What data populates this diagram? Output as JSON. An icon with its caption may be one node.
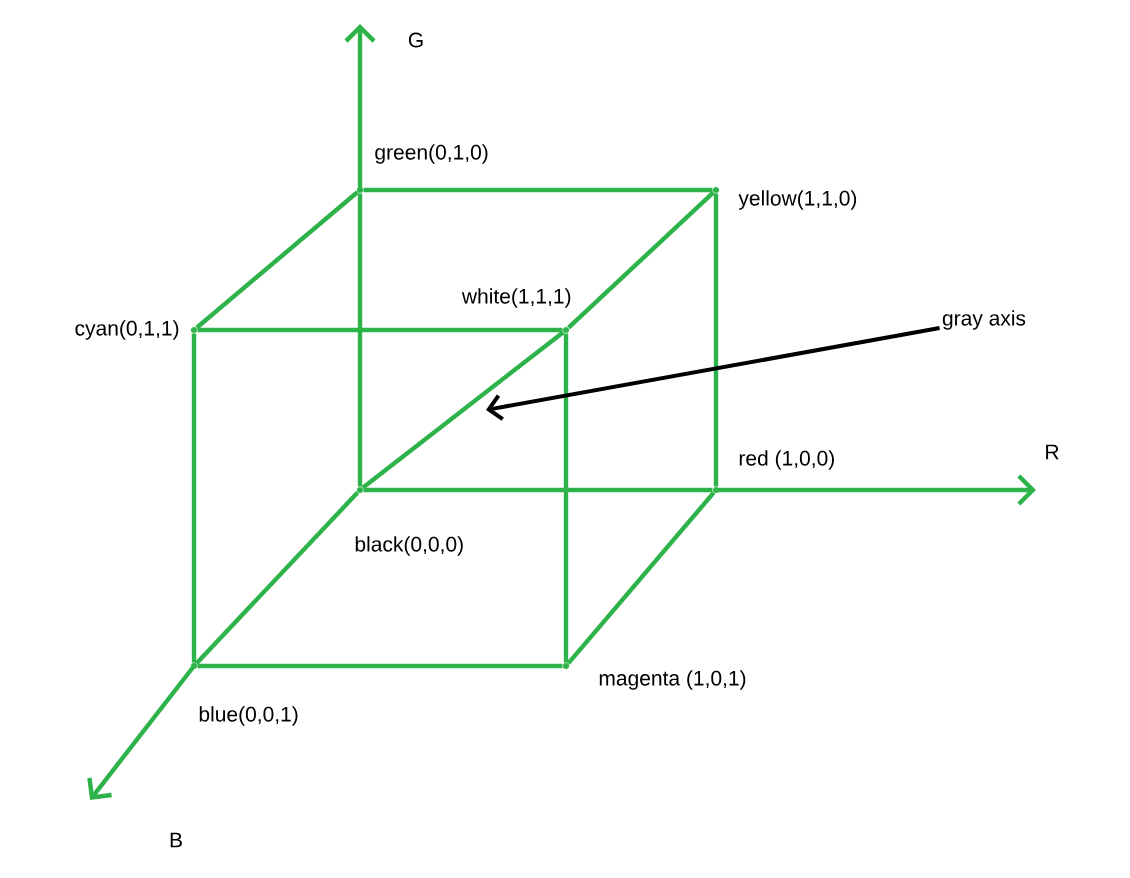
{
  "diagram": {
    "nodes": [
      {
        "text": [],
        "shape": "point",
        "beside": [
          "green(0,1,0)"
        ]
      },
      {
        "text": [],
        "shape": "point",
        "beside": [
          "yellow(1,1,0)"
        ]
      },
      {
        "text": [],
        "shape": "point",
        "beside": [
          "cyan(0,1,1)"
        ]
      },
      {
        "text": [],
        "shape": "point",
        "beside": [
          "white(1,1,1)"
        ]
      },
      {
        "text": [],
        "shape": "point",
        "beside": [
          "black(0,0,0)"
        ]
      },
      {
        "text": [],
        "shape": "point",
        "beside": [
          "red (1,0,0)"
        ]
      },
      {
        "text": [],
        "shape": "point",
        "beside": [
          "blue(0,0,1)"
        ]
      },
      {
        "text": [],
        "shape": "point",
        "beside": [
          "magenta (1,0,1)"
        ]
      },
      {
        "text": [
          "gray axis"
        ]
      }
    ],
    "edges": [
      {
        "from": 0,
        "to": 1,
        "arrow": "none"
      },
      {
        "from": 0,
        "to": 2,
        "arrow": "none"
      },
      {
        "from": 0,
        "to": 4,
        "arrow": "none"
      },
      {
        "from": 1,
        "to": 3,
        "arrow": "none"
      },
      {
        "from": 1,
        "to": 5,
        "arrow": "none"
      },
      {
        "from": 2,
        "to": 3,
        "arrow": "none"
      },
      {
        "from": 2,
        "to": 6,
        "arrow": "none"
      },
      {
        "from": 4,
        "to": 3,
        "arrow": "none"
      },
      {
        "from": 3,
        "to": 7,
        "arrow": "none"
      },
      {
        "from": 4,
        "to": 5,
        "arrow": "none"
      },
      {
        "from": 4,
        "to": 6,
        "arrow": "none"
      },
      {
        "from": 5,
        "to": 7,
        "arrow": "none"
      },
      {
        "from": 6,
        "to": 7,
        "arrow": "none"
      },
      {
        "from": 8,
        "to": null,
        "arrow": "to",
        "color": "#000000"
      }
    ],
    "labels": [
      "G",
      "R",
      "B"
    ]
  }
}
